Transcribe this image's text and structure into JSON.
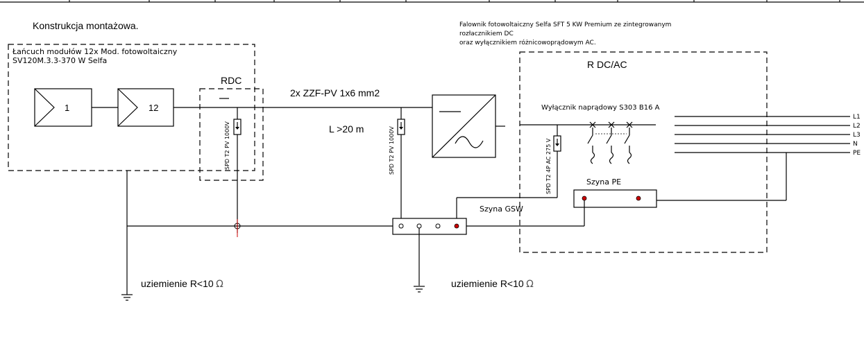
{
  "title": "Konstrukcja montażowa.",
  "module_string": {
    "line1": "Łańcuch modułów 12x Mod. fotowoltaiczny",
    "line2": "SV120M.3.3-370 W Selfa",
    "module_first": "1",
    "module_last": "12"
  },
  "rdc": {
    "label": "RDC",
    "spd": "SPD T2 PV 1000V"
  },
  "cable": {
    "type": "2x ZZF-PV 1x6 mm2",
    "length": "L >20 m",
    "spd": "SPD T2 PV 1000V"
  },
  "inverter": {
    "line1": "Falownik fotowoltaiczny Selfa SFT 5 KW Premium ze zintegrowanym",
    "line2": "rozłacznikiem DC",
    "line3": "oraz wyłącznikiem różnicowoprądowym AC."
  },
  "rdcac": {
    "label": "R DC/AC",
    "breaker": "Wyłącznik naprądowy S303 B16 A",
    "spd": "SPD T2 4P AC 275 V",
    "pe_bar": "Szyna PE"
  },
  "gsw_bar": "Szyna GSW",
  "outputs": [
    "L1",
    "L2",
    "L3",
    "N",
    "PE"
  ],
  "earthing": {
    "left": "uziemienie R<10",
    "right": "uziemienie R<10",
    "unit": "Ω"
  },
  "colors": {
    "line": "#000000",
    "node_red": "#cc0000"
  }
}
